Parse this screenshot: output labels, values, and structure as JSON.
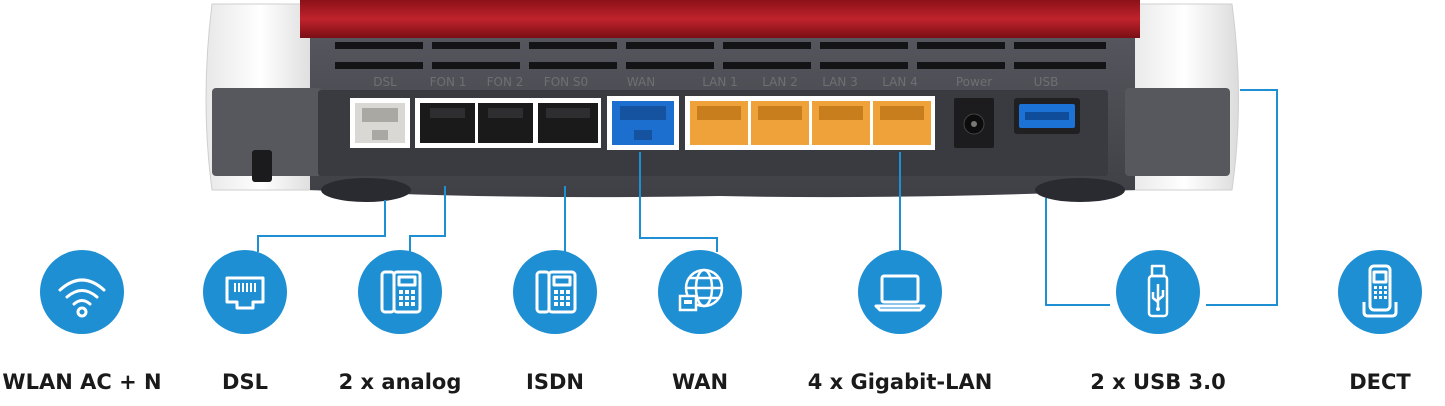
{
  "port_labels": {
    "dsl": "DSL",
    "fon1": "FON 1",
    "fon2": "FON 2",
    "fons": "FON S0",
    "wan": "WAN",
    "lan1": "LAN 1",
    "lan2": "LAN 2",
    "lan3": "LAN 3",
    "lan4": "LAN 4",
    "power": "Power",
    "usb": "USB"
  },
  "features": [
    {
      "label": "WLAN AC + N",
      "icon": "wifi-icon"
    },
    {
      "label": "DSL",
      "icon": "ethernet-port-icon"
    },
    {
      "label": "2 x analog",
      "icon": "phone-icon"
    },
    {
      "label": "ISDN",
      "icon": "phone-icon"
    },
    {
      "label": "WAN",
      "icon": "globe-network-icon"
    },
    {
      "label": "4 x Gigabit-LAN",
      "icon": "laptop-icon"
    },
    {
      "label": "2 x USB 3.0",
      "icon": "usb-stick-icon"
    },
    {
      "label": "DECT",
      "icon": "cordless-phone-icon"
    }
  ],
  "colors": {
    "accent_blue": "#1e8fd3",
    "router_red": "#b01c25",
    "router_body": "#4a4b52",
    "port_orange": "#f0a23a",
    "port_blue": "#1d6fcf",
    "port_black": "#1a1a1a",
    "port_gray": "#d9d8d4"
  }
}
